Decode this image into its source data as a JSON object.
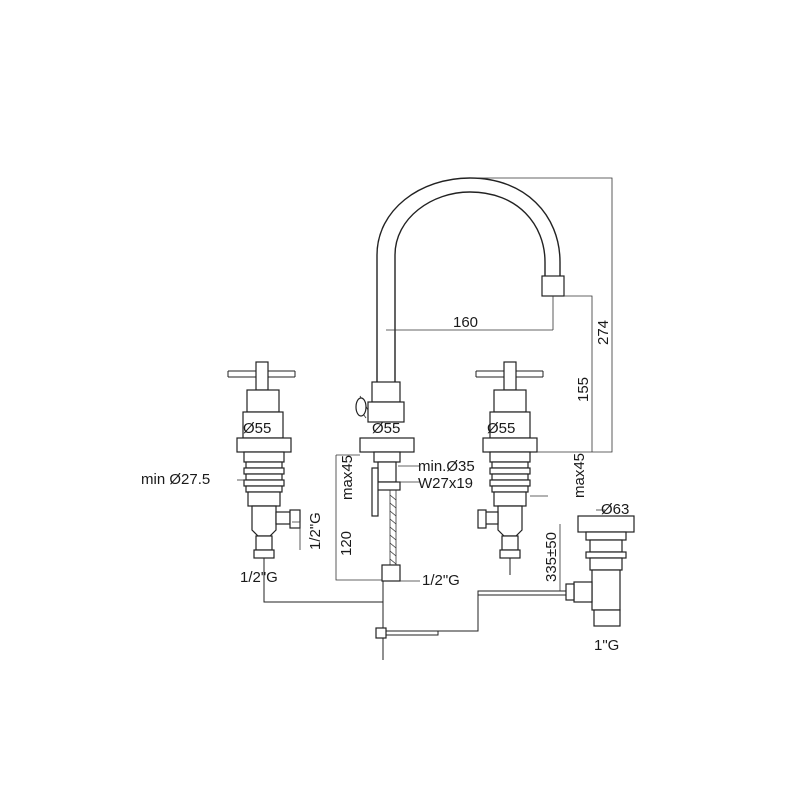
{
  "dimensions": {
    "reach": "160",
    "total_height": "274",
    "spout_height": "155",
    "handle_diameter_left": "Ø55",
    "spout_base_diameter": "Ø55",
    "handle_diameter_right": "Ø55",
    "min_hole_left": "min Ø27.5",
    "min_hole_center": "min.Ø35",
    "thread": "W27x19",
    "max_deck_center": "max45",
    "max_deck_right": "max45",
    "inlet_left": "1/2\"G",
    "inlet_left_bottom": "1/2\"G",
    "hose_length": "120",
    "inlet_center": "1/2\"G",
    "drain_diameter": "Ø63",
    "drain_height": "335±50",
    "drain_outlet": "1\"G"
  }
}
